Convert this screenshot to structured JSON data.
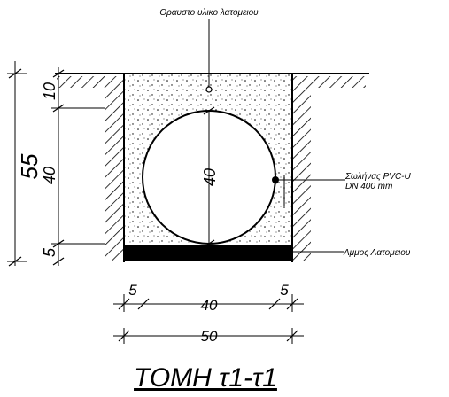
{
  "labels": {
    "top_material": "Θραυστο υλικο λατομειου",
    "pipe_line1": "Σωλήνας PVC-U",
    "pipe_line2": "DN 400 mm",
    "bedding": "Αμμος Λατομειου"
  },
  "dimensions": {
    "total_depth": "55",
    "cover_depth": "10",
    "pipe_zone": "40",
    "bed_depth": "5",
    "pipe_diameter": "40",
    "side_left": "5",
    "inner_width": "40",
    "side_right": "5",
    "total_width": "50"
  },
  "title": "ΤΟΜΗ τ1-τ1"
}
